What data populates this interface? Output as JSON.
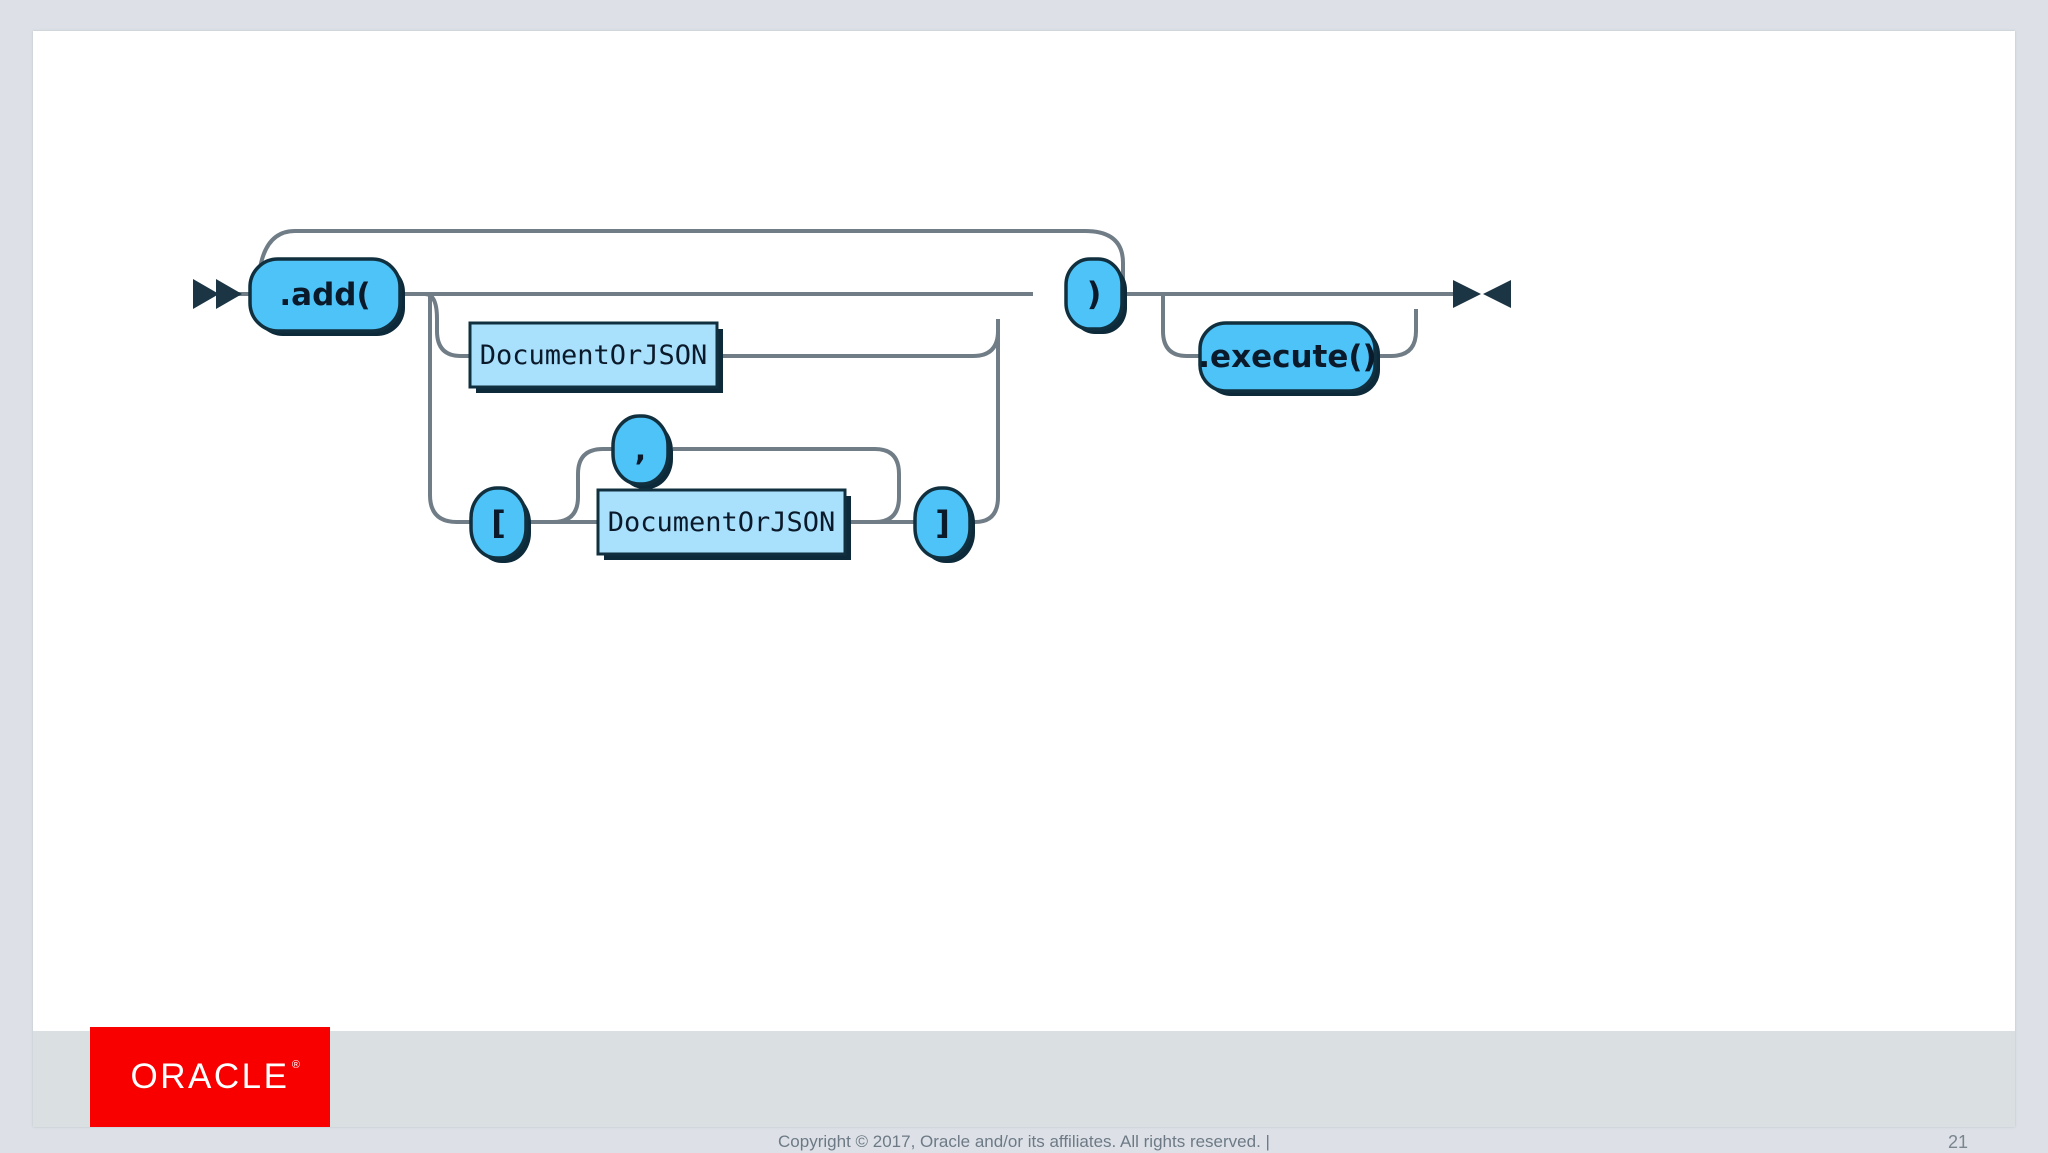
{
  "slide": {
    "page_number": "21",
    "copyright": "Copyright © 2017, Oracle and/or its affiliates. All rights reserved.  |",
    "brand": "ORACLE",
    "background_color": "#dde1e7",
    "slide_color": "#ffffff",
    "footer_color": "#dae0e1",
    "brand_color": "#f80000"
  },
  "diagram": {
    "type": "railroad-syntax-diagram",
    "terminal_fill": "#4ec3f7",
    "nonterminal_fill": "#a9e0fb",
    "stroke_color": "#11303f",
    "rail_color": "#707d86",
    "shadow_color": "#0d2a3a",
    "start_marker": "double-arrow-start",
    "end_marker": "bowtie-end",
    "nodes": [
      {
        "id": "add",
        "kind": "terminal",
        "label": ".add("
      },
      {
        "id": "doc1",
        "kind": "non-terminal",
        "label": "DocumentOrJSON"
      },
      {
        "id": "comma",
        "kind": "terminal",
        "label": ","
      },
      {
        "id": "lbracket",
        "kind": "terminal",
        "label": "["
      },
      {
        "id": "doc2",
        "kind": "non-terminal",
        "label": "DocumentOrJSON"
      },
      {
        "id": "rbracket",
        "kind": "terminal",
        "label": "]"
      },
      {
        "id": "rparen",
        "kind": "terminal",
        "label": ")"
      },
      {
        "id": "execute",
        "kind": "terminal",
        "label": ".execute()"
      }
    ]
  }
}
